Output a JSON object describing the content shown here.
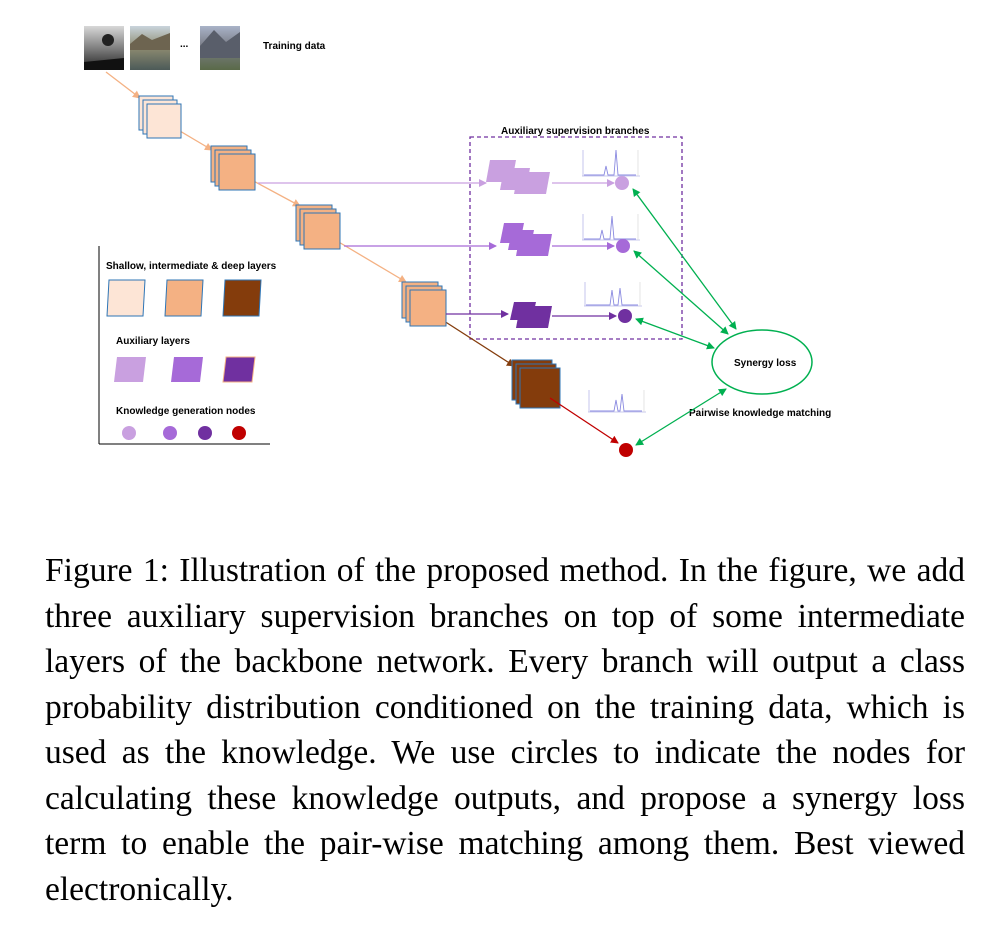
{
  "figure": {
    "training_label": "Training data",
    "ellipsis": "...",
    "aux_box_title": "Auxiliary supervision branches",
    "synergy_label": "Synergy loss",
    "pairwise_label": "Pairwise knowledge matching",
    "legend": {
      "layers_title": "Shallow, intermediate & deep layers",
      "aux_title": "Auxiliary layers",
      "nodes_title": "Knowledge generation nodes"
    },
    "colors": {
      "shallow": "#fde5d6",
      "intermediate": "#f4b183",
      "deep": "#843c0c",
      "aux_light": "#c9a0e0",
      "aux_mid": "#a66ad8",
      "aux_dark": "#7030a0",
      "final_node": "#c00000",
      "match_arrow": "#00b050",
      "layer_border": "#2e75b6"
    }
  },
  "caption": "Figure 1: Illustration of the proposed method. In the figure, we add three auxiliary supervision branches on top of some intermediate layers of the backbone network. Every branch will output a class probability distribution conditioned on the training data, which is used as the knowledge. We use circles to indicate the nodes for calculating these knowledge outputs, and propose a synergy loss term to enable the pair-wise matching among them. Best viewed electronically."
}
